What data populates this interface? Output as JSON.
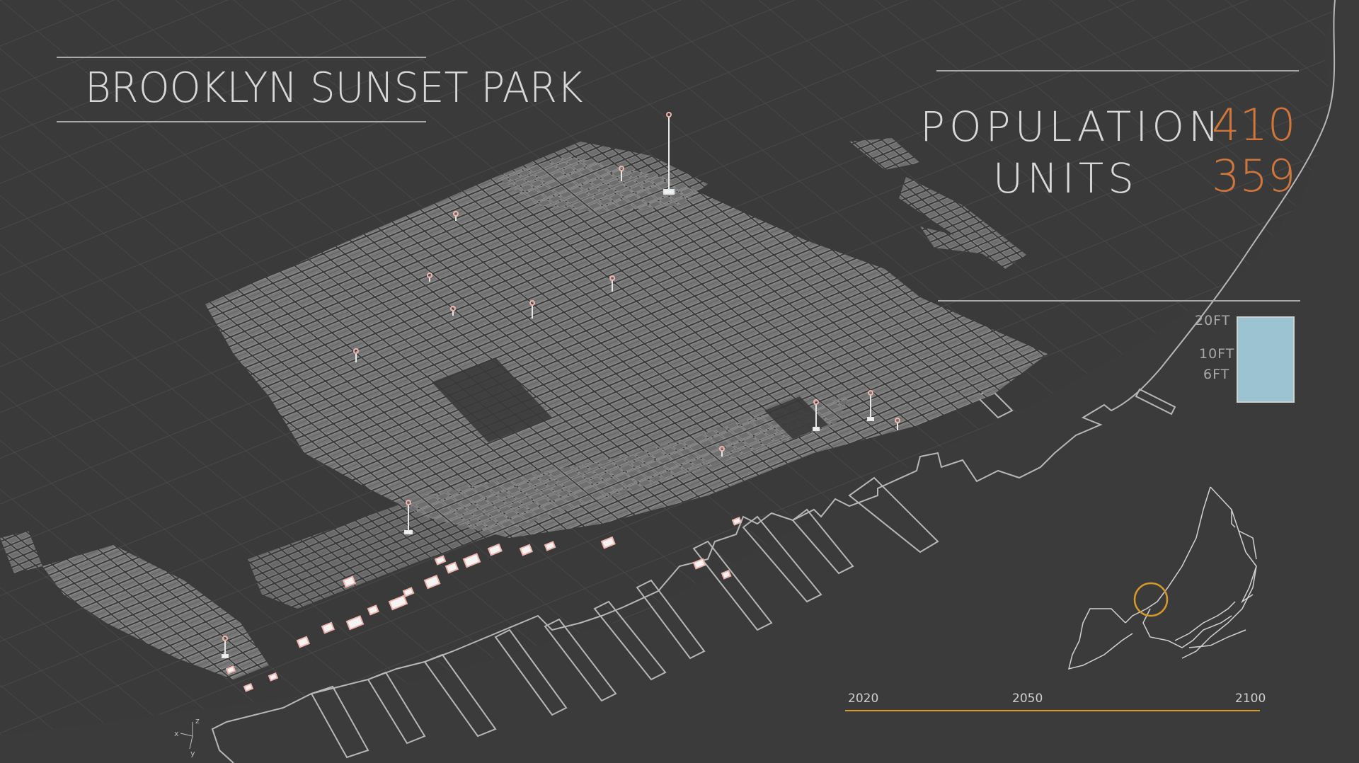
{
  "header": {
    "title": "BROOKLYN SUNSET PARK"
  },
  "stats": {
    "population_label": "POPULATION",
    "population_value": "410",
    "units_label": "UNITS",
    "units_value": "359"
  },
  "flood_legend": {
    "ticks": [
      "20FT",
      "10FT",
      "6FT"
    ],
    "bar_color": "#9cc3d2"
  },
  "timeline": {
    "years": [
      "2020",
      "2050",
      "2100"
    ],
    "color": "#d69a2c"
  },
  "axis_gizmo": {
    "x": "x",
    "y": "y",
    "z": "z"
  },
  "colors": {
    "background": "#3a3a3a",
    "grid": "#4a4a4a",
    "buildings": "#8c8c8c",
    "affected": "#f0b6ae",
    "accent": "#d0763a",
    "locator_ring": "#d69a2c"
  },
  "icons": [
    "map-pin-icon",
    "locator-ring-icon",
    "axis-gizmo-icon"
  ]
}
